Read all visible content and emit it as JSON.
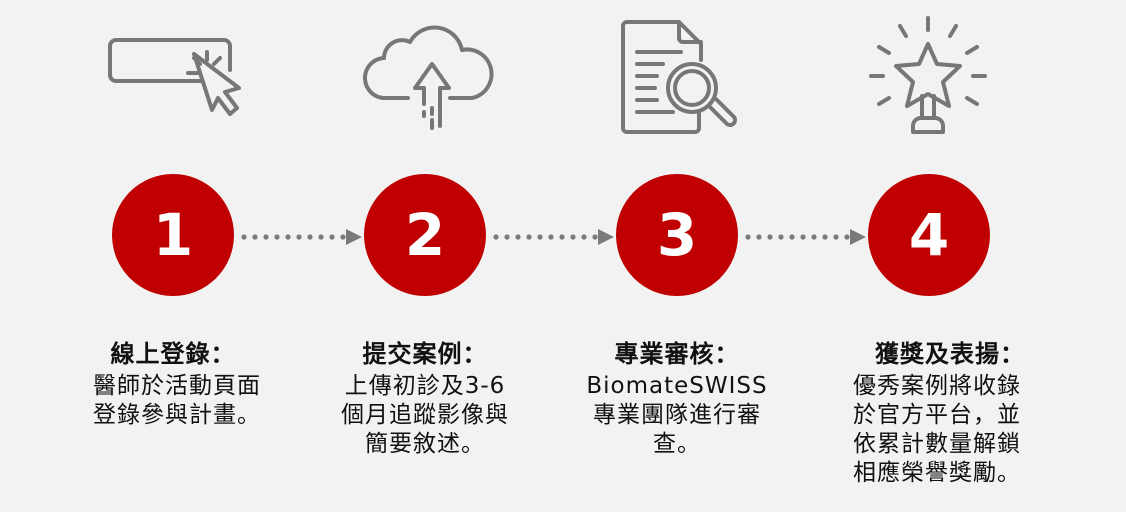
{
  "accent_color": "#c00000",
  "icon_color": "#777777",
  "steps": [
    {
      "number": "1",
      "icon": "click-cursor-icon",
      "title": "線上登錄：",
      "lines": [
        "醫師於活動頁面",
        "登錄參與計畫。"
      ]
    },
    {
      "number": "2",
      "icon": "cloud-upload-icon",
      "title": "提交案例：",
      "lines": [
        "上傳初診及3-6",
        "個月追蹤影像與",
        "簡要敘述。"
      ]
    },
    {
      "number": "3",
      "icon": "document-search-icon",
      "title": "專業審核：",
      "lines": [
        "BiomateSWISS",
        "專業團隊進行審",
        "查。"
      ]
    },
    {
      "number": "4",
      "icon": "star-trophy-icon",
      "title": "獲獎及表揚：",
      "lines": [
        "優秀案例將收錄",
        "於官方平台，並",
        "依累計數量解鎖",
        "相應榮譽獎勵。"
      ]
    }
  ]
}
